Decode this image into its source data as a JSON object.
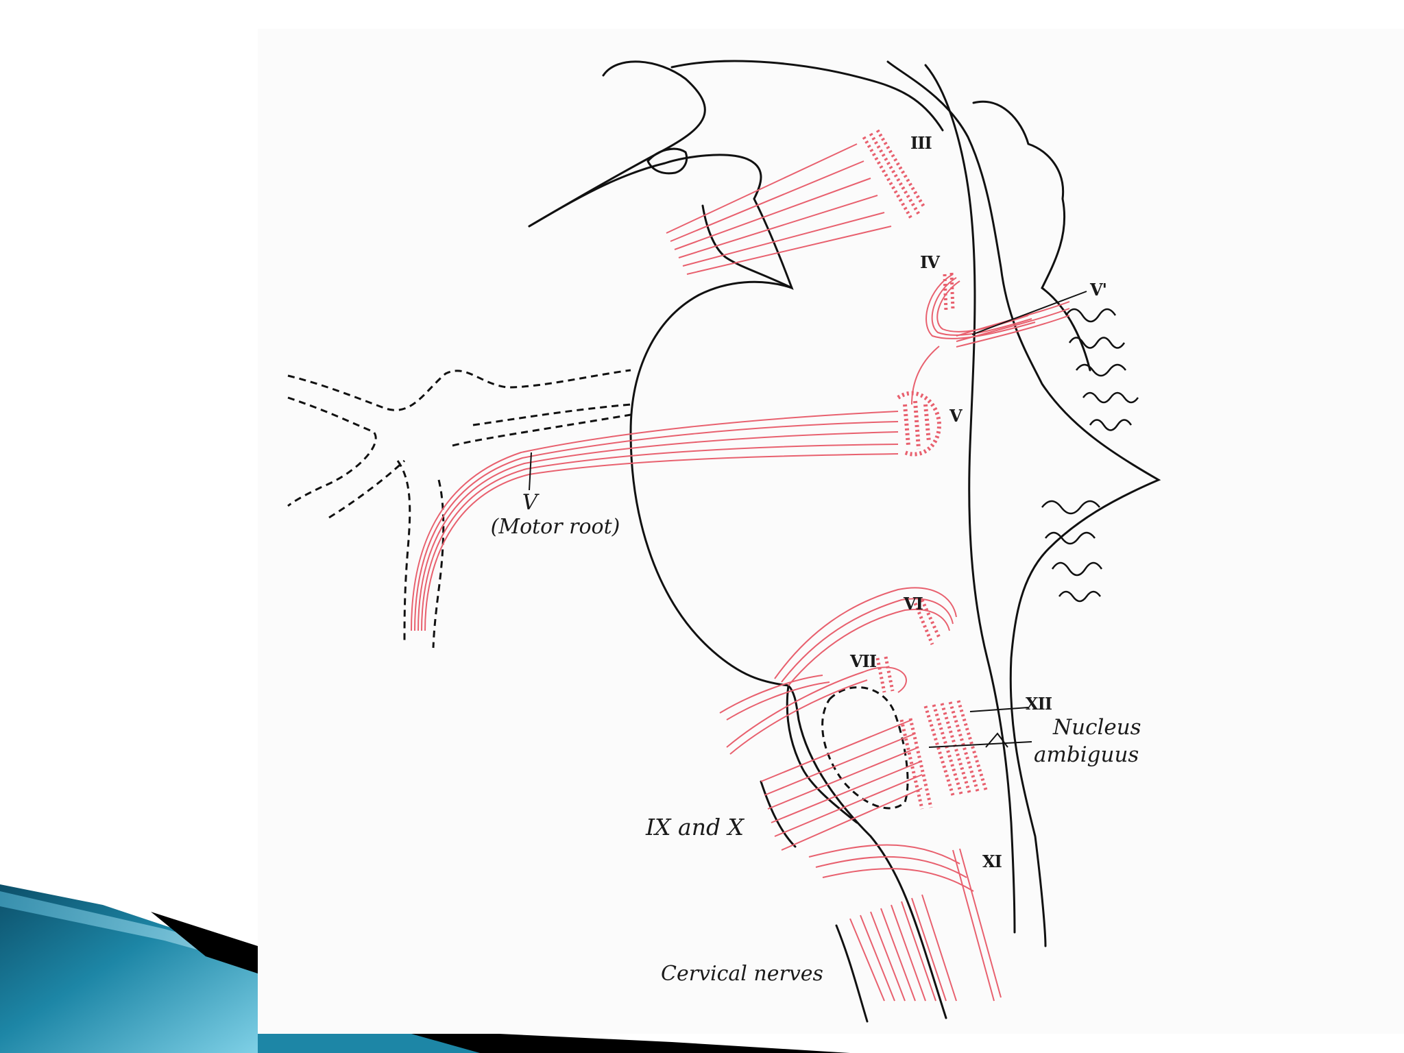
{
  "slide": {
    "background": "#ffffff",
    "accent_colors": [
      "#0f5d78",
      "#1d86a6",
      "#6ec3dc",
      "#000000"
    ]
  },
  "figure": {
    "nerve_color": "#e8606e",
    "outline_color": "#111111",
    "labels": {
      "cn3": "III",
      "cn4": "IV",
      "cn5_prime": "V'",
      "cn5": "V",
      "motor_root_v": "V",
      "motor_root": "(Motor root)",
      "cn6": "VI",
      "cn7": "VII",
      "cn12": "XII",
      "nucleus_ambiguus_line1": "Nucleus",
      "nucleus_ambiguus_line2": "ambiguus",
      "cn9_10": "IX and X",
      "cn11": "XI",
      "cervical_nerves": "Cervical nerves"
    }
  }
}
